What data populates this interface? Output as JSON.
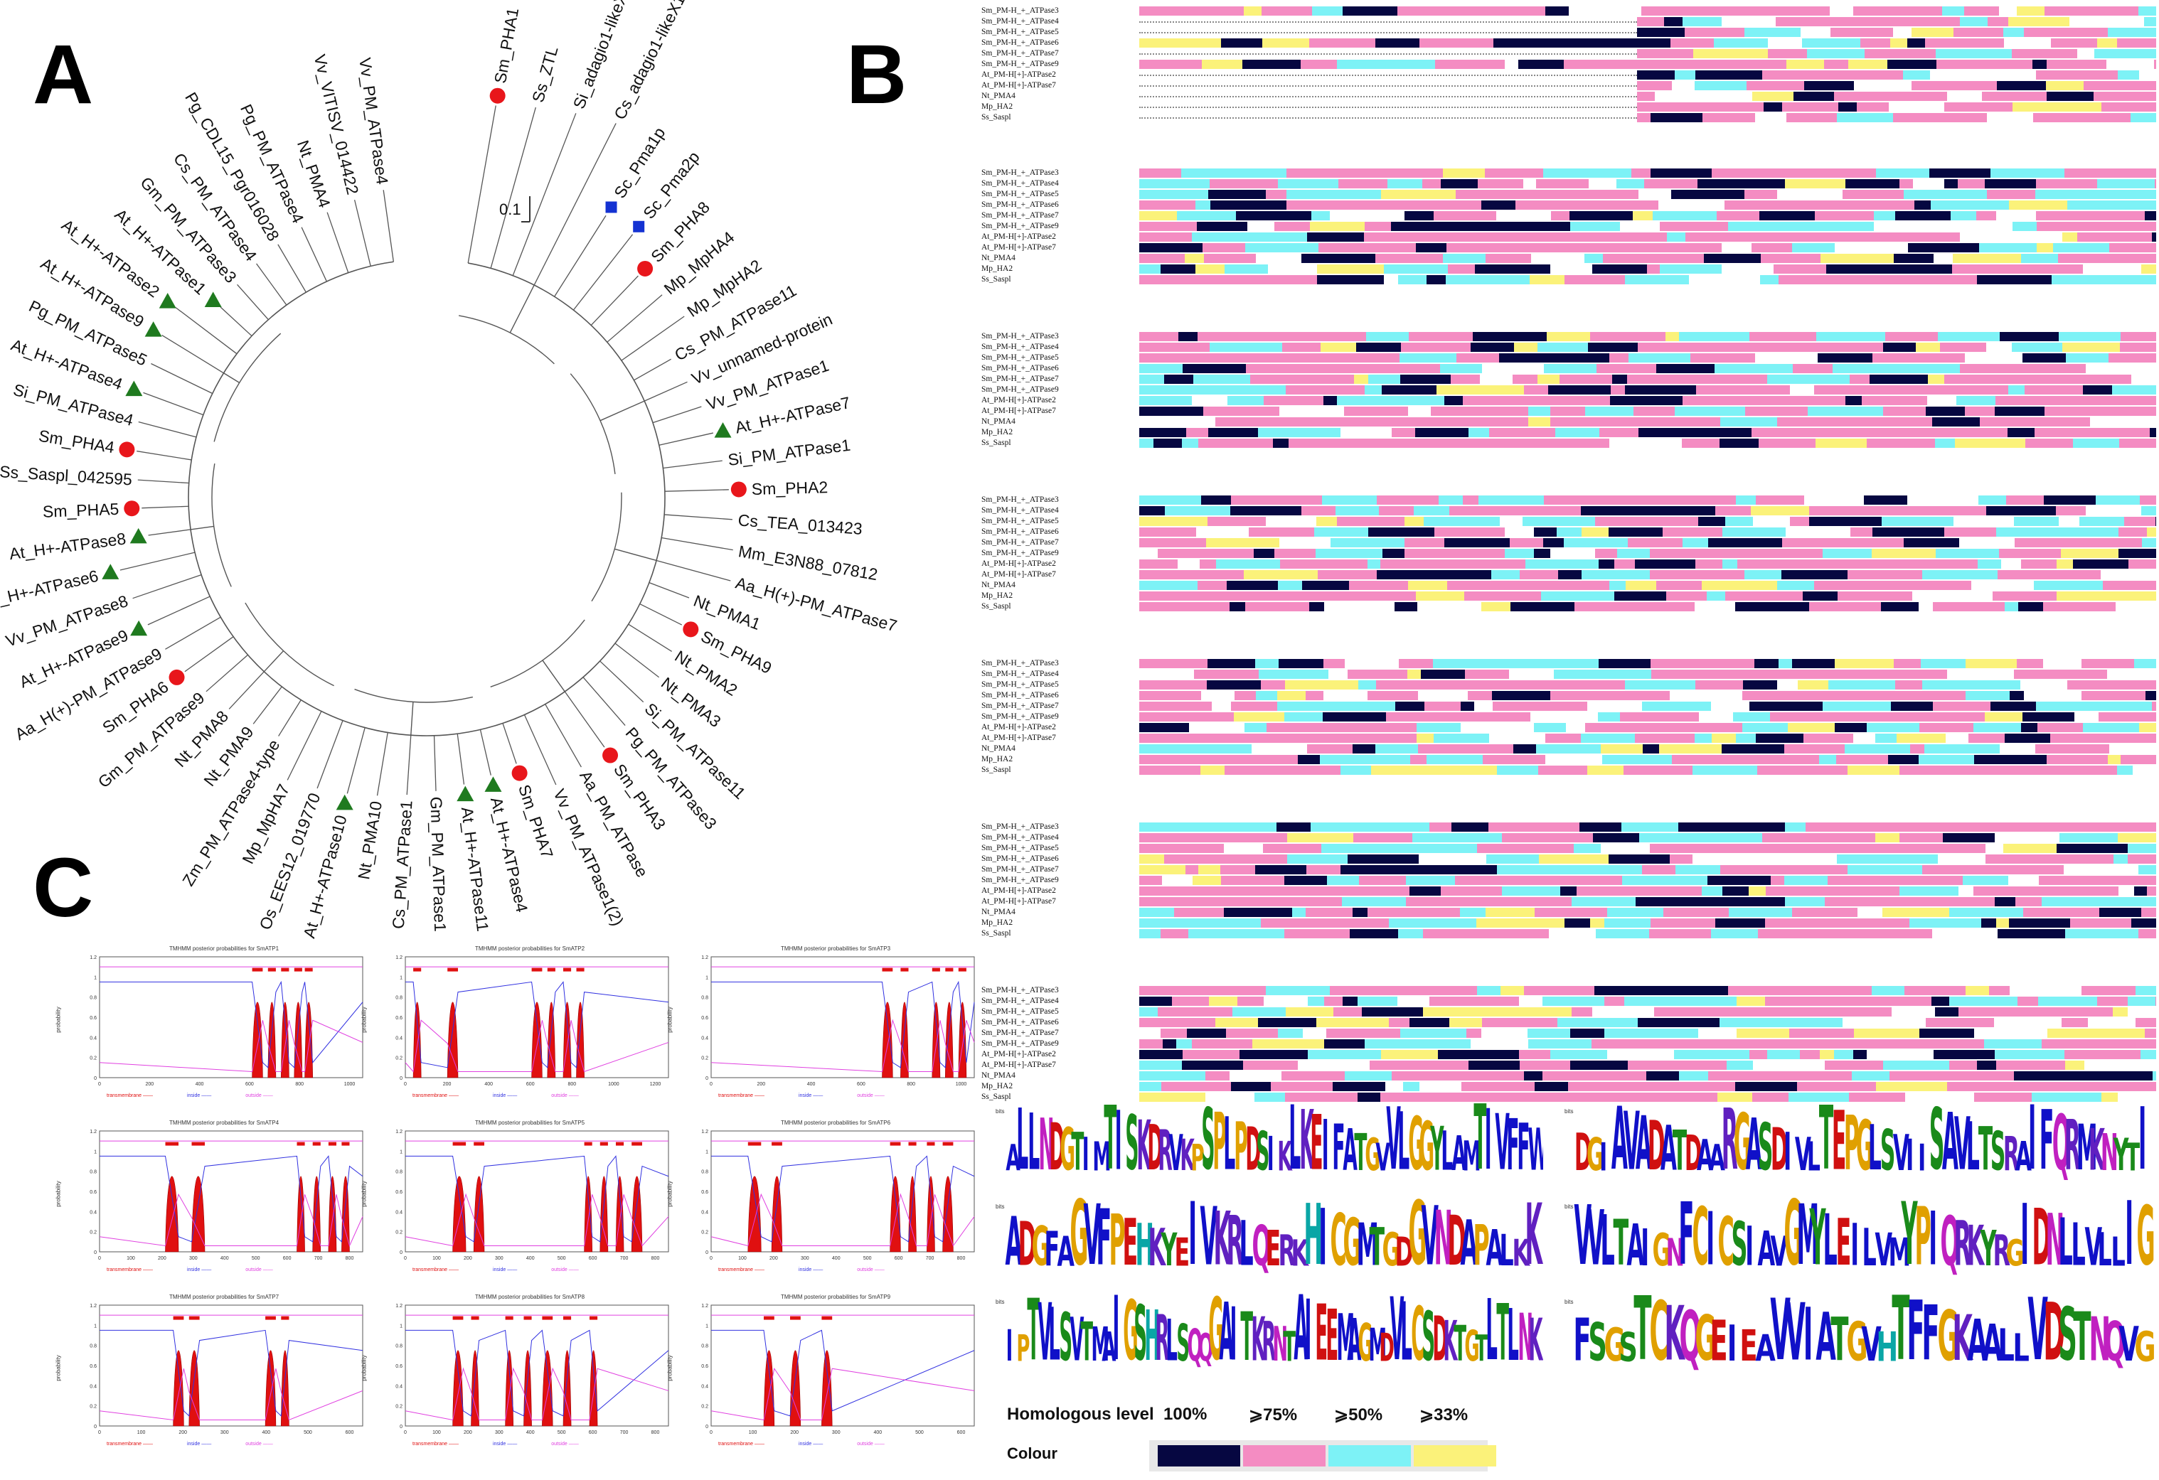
{
  "panels": {
    "a": "A",
    "b": "B",
    "c": "C"
  },
  "tree": {
    "scale_label": "0.1",
    "leaves": [
      {
        "name": "Sm_PHA1",
        "marker": "circle"
      },
      {
        "name": "Ss_ZTL",
        "marker": "none"
      },
      {
        "name": "Si_adagio1-likeX1",
        "marker": "none"
      },
      {
        "name": "Cs_adagio1-likeX1",
        "marker": "none"
      },
      {
        "name": "Sc_Pma1p",
        "marker": "square"
      },
      {
        "name": "Sc_Pma2p",
        "marker": "square"
      },
      {
        "name": "Sm_PHA8",
        "marker": "circle"
      },
      {
        "name": "Mp_MpHA4",
        "marker": "none"
      },
      {
        "name": "Mp_MpHA2",
        "marker": "none"
      },
      {
        "name": "Cs_PM_ATPase11",
        "marker": "none"
      },
      {
        "name": "Vv_unnamed-protein",
        "marker": "none"
      },
      {
        "name": "Vv_PM_ATPase1",
        "marker": "none"
      },
      {
        "name": "At_H+-ATPase7",
        "marker": "triangle"
      },
      {
        "name": "Si_PM_ATPase1",
        "marker": "none"
      },
      {
        "name": "Sm_PHA2",
        "marker": "circle"
      },
      {
        "name": "Cs_TEA_013423",
        "marker": "none"
      },
      {
        "name": "Mm_E3N88_07812",
        "marker": "none"
      },
      {
        "name": "Aa_H(+)-PM_ATPase7",
        "marker": "none"
      },
      {
        "name": "Nt_PMA1",
        "marker": "none"
      },
      {
        "name": "Sm_PHA9",
        "marker": "circle"
      },
      {
        "name": "Nt_PMA2",
        "marker": "none"
      },
      {
        "name": "Nt_PMA3",
        "marker": "none"
      },
      {
        "name": "Si_PM_ATPase11",
        "marker": "none"
      },
      {
        "name": "Pg_PM_ATPase3",
        "marker": "none"
      },
      {
        "name": "Sm_PHA3",
        "marker": "circle"
      },
      {
        "name": "Aa_PM_ATPase",
        "marker": "none"
      },
      {
        "name": "Vv_PM_ATPase1(2)",
        "marker": "none"
      },
      {
        "name": "Sm_PHA7",
        "marker": "circle"
      },
      {
        "name": "At_H+-ATPase4",
        "marker": "triangle"
      },
      {
        "name": "At_H+-ATPase11",
        "marker": "triangle"
      },
      {
        "name": "Gm_PM_ATPase1",
        "marker": "none"
      },
      {
        "name": "Cs_PM_ATPase1",
        "marker": "none"
      },
      {
        "name": "Nt_PMA10",
        "marker": "none"
      },
      {
        "name": "At_H+-ATPase10",
        "marker": "triangle"
      },
      {
        "name": "Os_EES12_019770",
        "marker": "none"
      },
      {
        "name": "Mp_MpHA7",
        "marker": "none"
      },
      {
        "name": "Zm_PM_ATPase4-type",
        "marker": "none"
      },
      {
        "name": "Nt_PMA9",
        "marker": "none"
      },
      {
        "name": "Nt_PMA8",
        "marker": "none"
      },
      {
        "name": "Gm_PM_ATPase9",
        "marker": "none"
      },
      {
        "name": "Sm_PHA6",
        "marker": "circle"
      },
      {
        "name": "Aa_H(+)-PM_ATPase9",
        "marker": "none"
      },
      {
        "name": "At_H+-ATPase9",
        "marker": "triangle"
      },
      {
        "name": "Vv_PM_ATPase8",
        "marker": "none"
      },
      {
        "name": "At_H+-ATPase6",
        "marker": "triangle"
      },
      {
        "name": "At_H+-ATPase8",
        "marker": "triangle"
      },
      {
        "name": "Sm_PHA5",
        "marker": "circle"
      },
      {
        "name": "Ss_Saspl_042595",
        "marker": "none"
      },
      {
        "name": "Sm_PHA4",
        "marker": "circle"
      },
      {
        "name": "Si_PM_ATPase4",
        "marker": "none"
      },
      {
        "name": "At_H+-ATPase4",
        "marker": "triangle"
      },
      {
        "name": "Pg_PM_ATPase5",
        "marker": "none"
      },
      {
        "name": "At_H+-ATPase9",
        "marker": "triangle"
      },
      {
        "name": "At_H+-ATPase2",
        "marker": "triangle"
      },
      {
        "name": "At_H+-ATPase1",
        "marker": "triangle"
      },
      {
        "name": "Gm_PM_ATPase3",
        "marker": "none"
      },
      {
        "name": "Cs_PM_ATPase4",
        "marker": "none"
      },
      {
        "name": "Pg_CDL15_Pgr016028",
        "marker": "none"
      },
      {
        "name": "Pg_PM_ATPase4",
        "marker": "none"
      },
      {
        "name": "Nt_PMA4",
        "marker": "none"
      },
      {
        "name": "Vv_VITISV_014422",
        "marker": "none"
      },
      {
        "name": "Vv_PM_ATPase4",
        "marker": "none"
      }
    ],
    "colors": {
      "circle": "#e8161b",
      "square": "#1432d2",
      "triangle": "#1f7a1f",
      "branch": "#555555"
    }
  },
  "alignment": {
    "names": [
      "Sm_PM-H_+_ATPase3",
      "Sm_PM-H_+_ATPase4",
      "Sm_PM-H_+_ATPase5",
      "Sm_PM-H_+_ATPase6",
      "Sm_PM-H_+_ATPase7",
      "Sm_PM-H_+_ATPase9",
      "At_PM-H[+]-ATPase2",
      "At_PM-H[+]-ATPase7",
      "Nt_PMA4",
      "Mp_HA2",
      "Ss_Saspl"
    ],
    "colors": {
      "full": "#060741",
      "c75": "#f48cc2",
      "c50": "#7df2f6",
      "c33": "#fbf27a"
    }
  },
  "tmhmm": {
    "plots": [
      {
        "title": "TMHMM posterior probabilities for SmATP1",
        "xticks": [
          "0",
          "200",
          "400",
          "600",
          "800",
          "1000"
        ]
      },
      {
        "title": "TMHMM posterior probabilities for SmATP2",
        "xticks": [
          "0",
          "200",
          "400",
          "600",
          "800",
          "1000",
          "1200"
        ]
      },
      {
        "title": "TMHMM posterior probabilities for SmATP3",
        "xticks": [
          "0",
          "200",
          "400",
          "600",
          "800",
          "1000"
        ]
      },
      {
        "title": "TMHMM posterior probabilities for SmATP4",
        "xticks": [
          "0",
          "100",
          "200",
          "300",
          "400",
          "500",
          "600",
          "700",
          "800"
        ]
      },
      {
        "title": "TMHMM posterior probabilities for SmATP5",
        "xticks": [
          "0",
          "100",
          "200",
          "300",
          "400",
          "500",
          "600",
          "700",
          "800"
        ]
      },
      {
        "title": "TMHMM posterior probabilities for SmATP6",
        "xticks": [
          "0",
          "100",
          "200",
          "300",
          "400",
          "500",
          "600",
          "700",
          "800"
        ]
      },
      {
        "title": "TMHMM posterior probabilities for SmATP7",
        "xticks": [
          "0",
          "100",
          "200",
          "300",
          "400",
          "500",
          "600"
        ]
      },
      {
        "title": "TMHMM posterior probabilities for SmATP8",
        "xticks": [
          "0",
          "100",
          "200",
          "300",
          "400",
          "500",
          "600",
          "700",
          "800"
        ]
      },
      {
        "title": "TMHMM posterior probabilities for SmATP9",
        "xticks": [
          "0",
          "100",
          "200",
          "300",
          "400",
          "500",
          "600"
        ]
      }
    ],
    "ylabel": "probability",
    "yticks": [
      "0",
      "0.2",
      "0.4",
      "0.6",
      "0.8",
      "1",
      "1.2"
    ],
    "legend": [
      "transmembrane",
      "inside",
      "outside"
    ],
    "colors": {
      "transmembrane": "#e01010",
      "inside": "#3030e0",
      "outside": "#e040e0"
    }
  },
  "logo": {
    "ylabel": "bits",
    "rows": [
      "ALLNDGTIMTISKDRVKPSPLPDSIKLKEIFATGVVLGGYLAMTIVFFW",
      "DGIAVADATDAARGASDIVLTEPGLSVIISAVLTSRAIFQRMKNYTI",
      "ADGFAGVFPEHKYEIVKRLQERKHICGMTGDGVNDAPALKK",
      "VVLTAIGNFCICSIAVGMYLEILVMYPIQRKYRGIDNLLVLLIG",
      "IPTVLSVTMAIGSHRLSQQGAITKRNTAIEEMAGMDVLCSDKTGTLTLNK",
      "FSGSTCKQGEIEAVVIATGVHTFFGKAALLVDSTNQVG"
    ]
  },
  "legend": {
    "title": "Homologous level",
    "colour_label": "Colour",
    "levels": [
      "100%",
      "⩾75%",
      "⩾50%",
      "⩾33%"
    ],
    "colors": [
      "#060741",
      "#f48cc2",
      "#7df2f6",
      "#fbf27a"
    ]
  }
}
